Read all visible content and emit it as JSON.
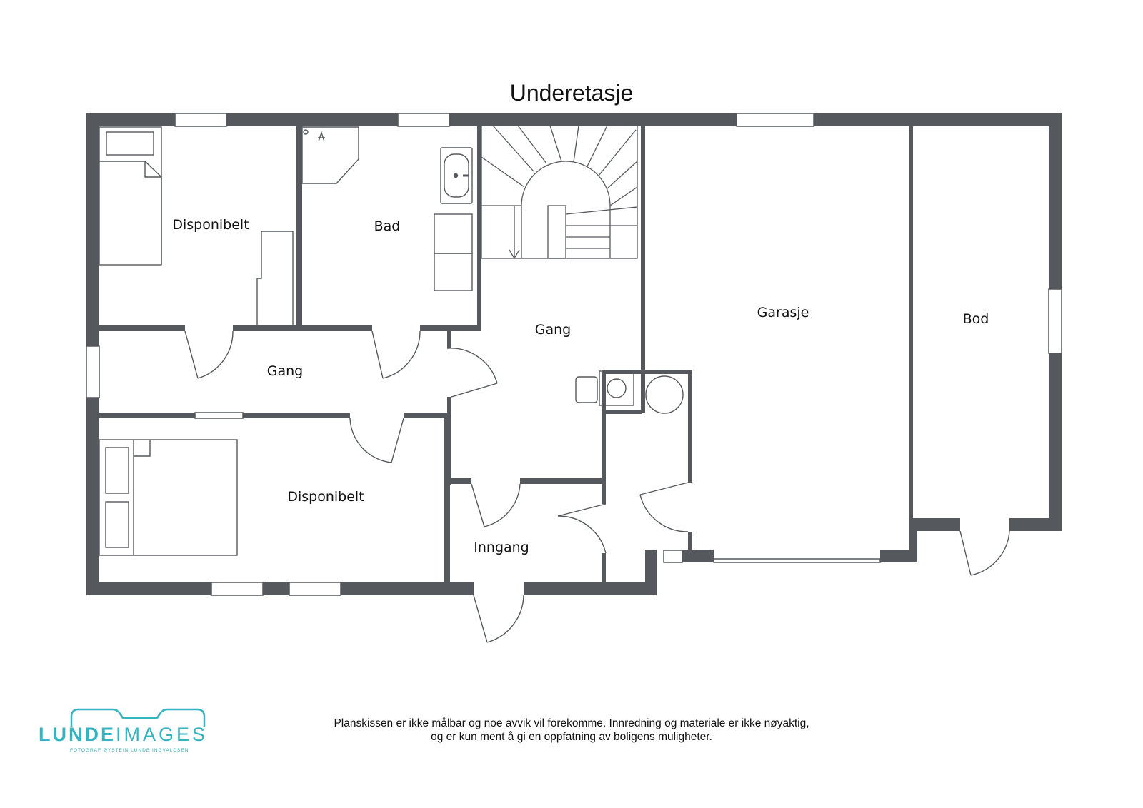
{
  "title": "Underetasje",
  "rooms": {
    "disponibelt_top": "Disponibelt",
    "bad": "Bad",
    "gang_left": "Gang",
    "gang_center": "Gang",
    "garasje": "Garasje",
    "bod": "Bod",
    "disponibelt_bottom": "Disponibelt",
    "inngang": "Inngang"
  },
  "disclaimer": {
    "line1": "Planskissen er ikke målbar og noe avvik vil forekomme. Innredning og materiale er ikke nøyaktig,",
    "line2": "og er kun ment å gi en oppfatning av boligens muligheter."
  },
  "logo": {
    "brand_bold": "LUNDE",
    "brand_light": "IMAGES",
    "tagline": "FOTOGRAF ØYSTEIN LUNDE INGVALDSEN",
    "color": "#36b3c0"
  },
  "colors": {
    "wall": "#55585d",
    "line": "#55585d"
  }
}
